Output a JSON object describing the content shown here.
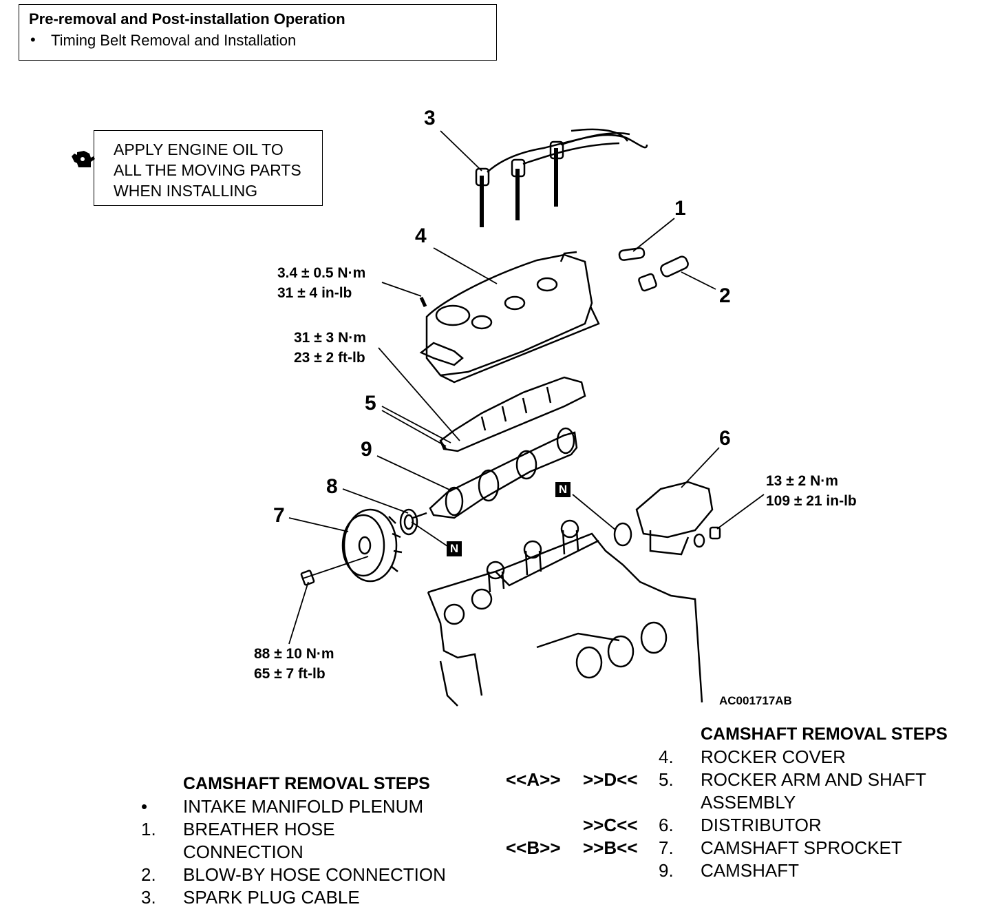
{
  "header": {
    "title": "Pre-removal and Post-installation Operation",
    "bullet_item": "Timing Belt Removal and Installation"
  },
  "oil_note": {
    "line1": "APPLY ENGINE OIL TO",
    "line2": "ALL THE MOVING PARTS",
    "line3": "WHEN INSTALLING"
  },
  "callouts": {
    "c1": "1",
    "c2": "2",
    "c3": "3",
    "c4": "4",
    "c5": "5",
    "c6": "6",
    "c7": "7",
    "c8": "8",
    "c9": "9"
  },
  "torques": {
    "rocker_cover": {
      "metric": "3.4 ± 0.5 N·m",
      "imperial": "31 ± 4 in-lb"
    },
    "rocker_shaft": {
      "metric": "31 ± 3 N·m",
      "imperial": "23 ± 2 ft-lb"
    },
    "distributor": {
      "metric": "13 ± 2 N·m",
      "imperial": "109 ± 21 in-lb"
    },
    "sprocket": {
      "metric": "88 ± 10 N·m",
      "imperial": "65 ± 7 ft-lb"
    }
  },
  "new_part_marker": "N",
  "figure_id": "AC001717AB",
  "left_steps": {
    "heading": "CAMSHAFT REMOVAL STEPS",
    "items": [
      {
        "num": "•",
        "text": "INTAKE MANIFOLD PLENUM"
      },
      {
        "num": "1.",
        "text": "BREATHER HOSE"
      },
      {
        "num": "",
        "text": "CONNECTION"
      },
      {
        "num": "2.",
        "text": "BLOW-BY HOSE CONNECTION"
      },
      {
        "num": "3.",
        "text": "SPARK PLUG CABLE"
      }
    ]
  },
  "right_steps": {
    "heading": "CAMSHAFT REMOVAL STEPS",
    "items": [
      {
        "removal": "",
        "install": "",
        "num": "4.",
        "text": "ROCKER COVER"
      },
      {
        "removal": "<<A>>",
        "install": ">>D<<",
        "num": "5.",
        "text": "ROCKER ARM AND SHAFT"
      },
      {
        "removal": "",
        "install": "",
        "num": "",
        "text": "ASSEMBLY"
      },
      {
        "removal": "",
        "install": ">>C<<",
        "num": "6.",
        "text": "DISTRIBUTOR"
      },
      {
        "removal": "<<B>>",
        "install": ">>B<<",
        "num": "7.",
        "text": "CAMSHAFT SPROCKET"
      },
      {
        "removal": "",
        "install": "",
        "num": "9.",
        "text": "CAMSHAFT"
      }
    ]
  }
}
